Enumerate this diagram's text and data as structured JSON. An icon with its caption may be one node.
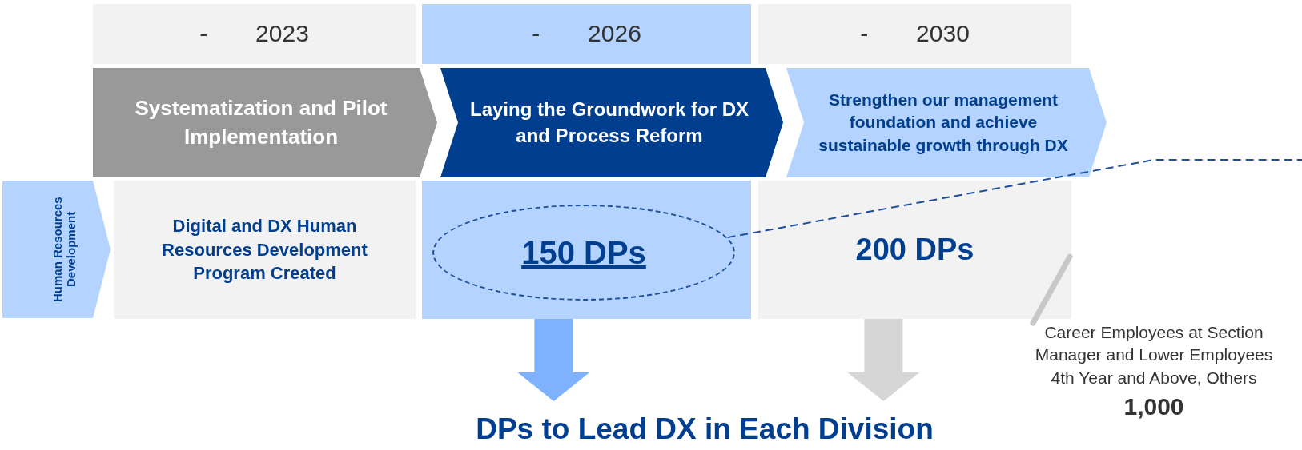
{
  "diagram": {
    "nodes": [
      {
        "text": [
          "-　　2023"
        ]
      },
      {
        "text": [
          "-　　2026"
        ]
      },
      {
        "text": [
          "-　　2030"
        ]
      },
      {
        "text": [
          "Systematization and Pilot Implementation"
        ]
      },
      {
        "text": [
          "Laying the Groundwork for DX and Process Reform"
        ]
      },
      {
        "text": [
          "Strengthen our management foundation and achieve sustainable growth through DX"
        ]
      },
      {
        "text": [
          "Human Resources Development"
        ]
      },
      {
        "text": [
          "Digital and DX Human Resources Development Program Created"
        ]
      },
      {
        "text": [],
        "shape": "box"
      },
      {
        "text": [
          "150 DPs"
        ],
        "in": 8
      },
      {
        "text": [
          "200 DPs"
        ]
      },
      {
        "text": [
          "DPs to Lead DX in Each Division"
        ]
      },
      {
        "text": [
          "Career Employees at Section Manager and Lower Employees 4th Year and Above, Others",
          "1,000"
        ]
      }
    ],
    "edges": [
      {
        "from": 8,
        "to": 11,
        "arrow": "to",
        "style": "thick",
        "color": "#7eb2ff"
      },
      {
        "from": 10,
        "to": 11,
        "arrow": "to",
        "style": "thick",
        "color": "#d6d6d6"
      },
      {
        "from": 9,
        "to": null,
        "arrow": "none",
        "style": "dashed",
        "color": "#1f4e9c"
      },
      {
        "from": 12,
        "to": 10,
        "arrow": "none",
        "color": "#c8c8c8"
      }
    ]
  }
}
